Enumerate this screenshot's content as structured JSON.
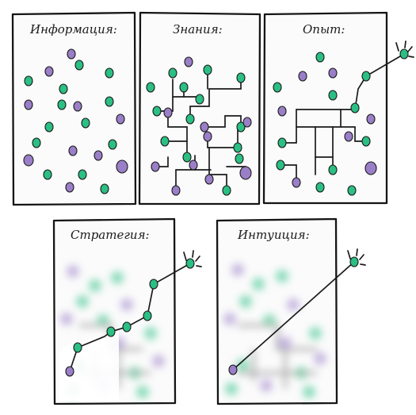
{
  "colors": {
    "green": "#2bbf84",
    "purple": "#9a7fc8",
    "ink": "#1b1b1b",
    "paper": "#fbfbfb"
  },
  "panels": [
    {
      "id": "information",
      "title": "Информация:"
    },
    {
      "id": "knowledge",
      "title": "Знания:"
    },
    {
      "id": "experience",
      "title": "Опыт:"
    },
    {
      "id": "strategy",
      "title": "Стратегия:"
    },
    {
      "id": "intuition",
      "title": "Интуиция:"
    }
  ]
}
